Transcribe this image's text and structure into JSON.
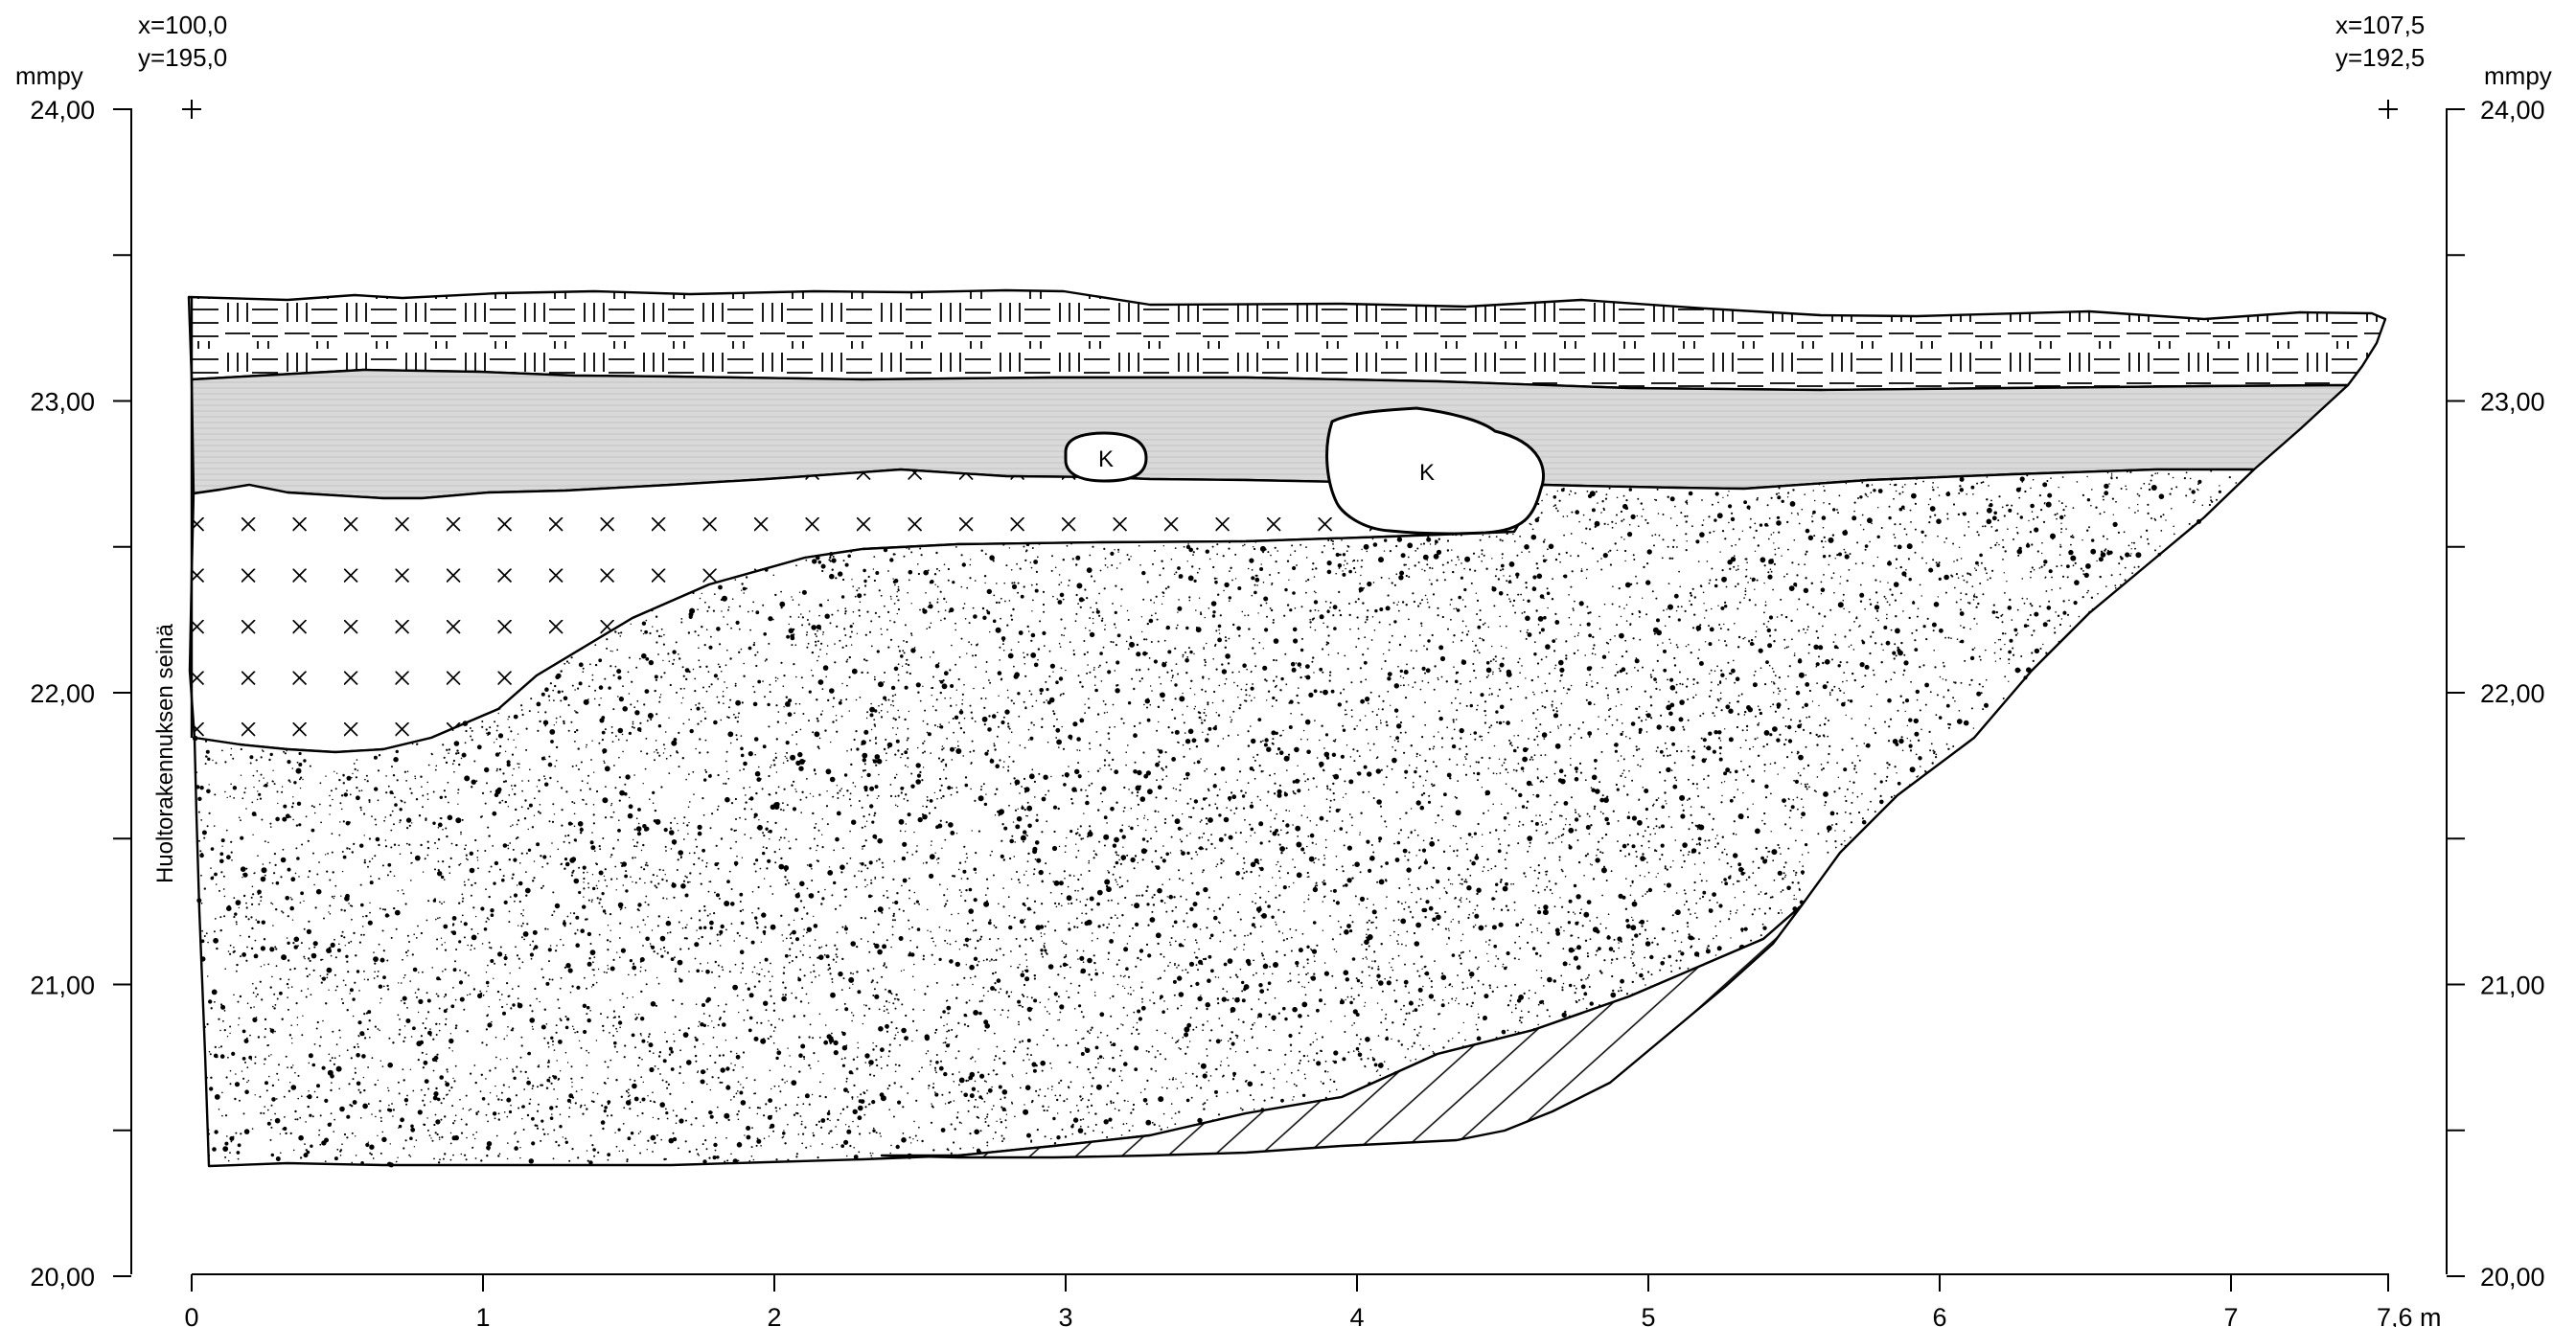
{
  "section": {
    "left_unit": "mmpy",
    "right_unit": "mmpy",
    "start_point": {
      "x_label": "x=100,0",
      "y_label": "y=195,0"
    },
    "end_point": {
      "x_label": "x=107,5",
      "y_label": "y=192,5"
    },
    "elevation_labels": [
      "24,00",
      "23,00",
      "22,00",
      "21,00",
      "20,00"
    ],
    "distance_labels": [
      "0",
      "1",
      "2",
      "3",
      "4",
      "5",
      "6",
      "7",
      "7,6 m"
    ],
    "wall_label": "Huoltorakennuksen seinä",
    "stones": [
      {
        "label": "K",
        "size": "small"
      },
      {
        "label": "K",
        "size": "large"
      }
    ],
    "layers": [
      {
        "name": "top-layer",
        "pattern": "parquet-hatch"
      },
      {
        "name": "grey-layer",
        "pattern": "grey-fill"
      },
      {
        "name": "cross-layer",
        "pattern": "x-marks"
      },
      {
        "name": "dotted-layer",
        "pattern": "stipple"
      },
      {
        "name": "bottom-wedge",
        "pattern": "diagonal-hatch"
      }
    ]
  }
}
